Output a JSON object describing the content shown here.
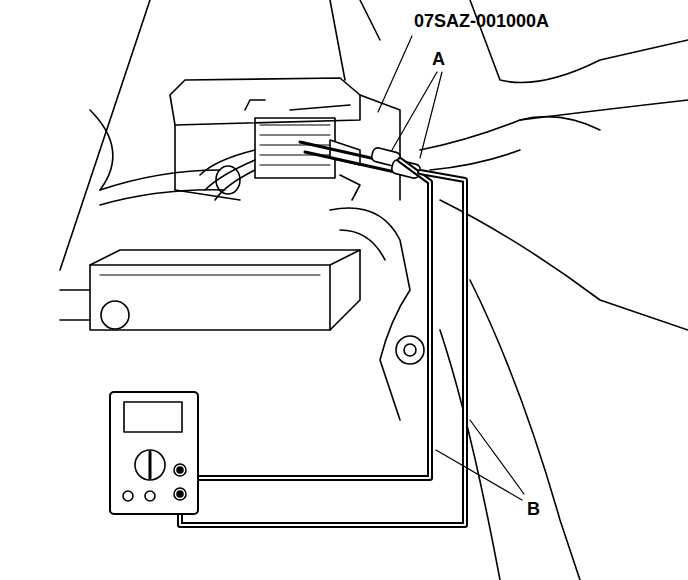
{
  "diagram": {
    "labels": [
      "07SAZ-001000A",
      "A",
      "B"
    ]
  }
}
